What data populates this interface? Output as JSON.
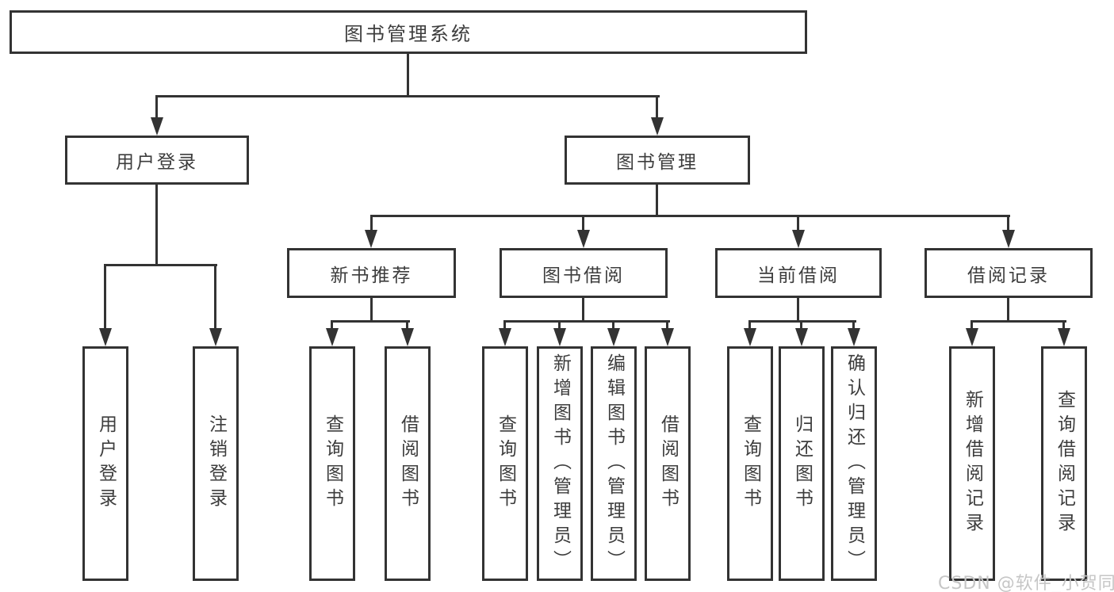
{
  "diagram": {
    "root": "图书管理系统",
    "level2": [
      "用户登录",
      "图书管理"
    ],
    "level3": [
      "新书推荐",
      "图书借阅",
      "当前借阅",
      "借阅记录"
    ],
    "leaves": {
      "user": [
        "用户登录",
        "注销登录"
      ],
      "newbook": [
        "查询图书",
        "借阅图书"
      ],
      "borrow": [
        "查询图书",
        "新增图书（管理员）",
        "编辑图书（管理员）",
        "借阅图书"
      ],
      "current": [
        "查询图书",
        "归还图书",
        "确认归还（管理员）"
      ],
      "record": [
        "新增借阅记录",
        "查询借阅记录"
      ]
    }
  },
  "watermark": "CSDN @软件_小贺同学",
  "colors": {
    "line": "#333333",
    "text": "#3d3d3d",
    "watermark": "#c6c6c6",
    "background": "#ffffff"
  }
}
